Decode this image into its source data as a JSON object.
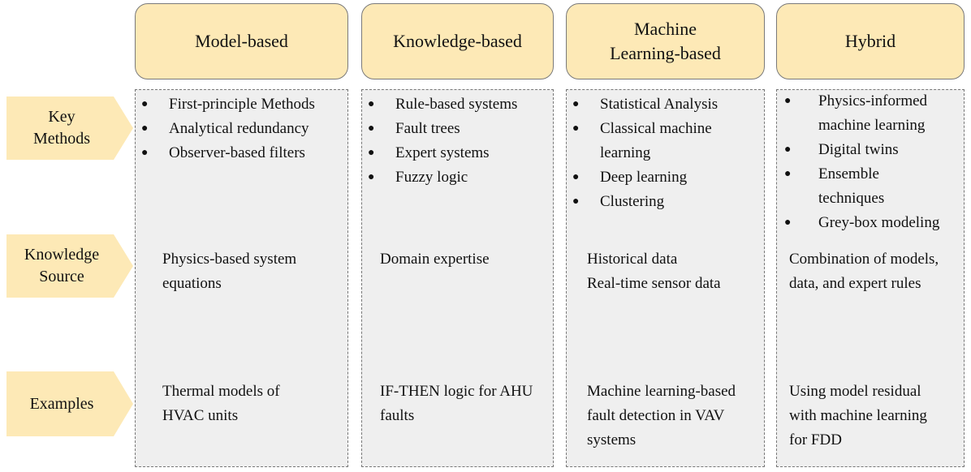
{
  "columns": [
    {
      "title": "Model-based",
      "methods": [
        "First-principle Methods",
        "Analytical redundancy",
        "Observer-based filters"
      ],
      "knowledge": "Physics-based system\nequations",
      "examples": "Thermal models of\nHVAC units"
    },
    {
      "title": "Knowledge-based",
      "methods": [
        "Rule-based systems",
        "Fault trees",
        "Expert systems",
        "Fuzzy logic"
      ],
      "knowledge": "Domain expertise",
      "examples": "IF-THEN logic for AHU\nfaults"
    },
    {
      "title": "Machine\nLearning-based",
      "methods": [
        "Statistical Analysis",
        "Classical machine\nlearning",
        "Deep learning",
        "Clustering"
      ],
      "knowledge": "Historical data\nReal-time sensor data",
      "examples": "Machine learning-based\nfault detection in VAV\nsystems"
    },
    {
      "title": "Hybrid",
      "methods": [
        "Physics-informed\nmachine learning",
        "Digital twins",
        "Ensemble\ntechniques",
        "Grey-box modeling"
      ],
      "knowledge": "Combination of models,\ndata, and expert rules",
      "examples": "Using model residual\nwith machine learning\nfor FDD"
    }
  ],
  "rows": {
    "methods": "Key\nMethods",
    "knowledge": "Knowledge\nSource",
    "examples": "Examples"
  },
  "colors": {
    "header_fill": "#fde9b6",
    "arrow_fill": "#fde9b6",
    "panel_fill": "#efefef"
  }
}
